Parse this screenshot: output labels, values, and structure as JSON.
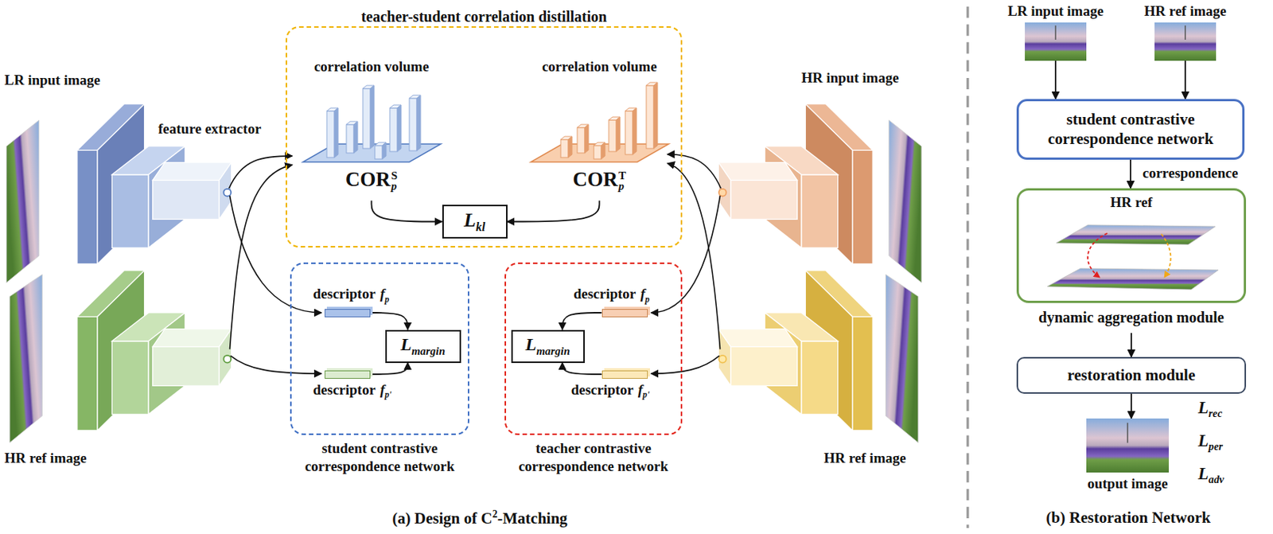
{
  "diagram": {
    "nodes": [
      {
        "text": [
          "teacher-student correlation distillation"
        ]
      },
      {
        "text": [
          "correlation volume",
          "COR",
          "S",
          "p"
        ],
        "in": 0
      },
      {
        "text": [
          "correlation volume",
          "COR",
          "T",
          "p"
        ],
        "in": 0
      },
      {
        "text": [
          "L",
          "kl"
        ],
        "in": 0
      },
      {
        "text": [
          "student contrastive correspondence network"
        ]
      },
      {
        "text": [
          "descriptor",
          "f",
          "p"
        ],
        "in": 4
      },
      {
        "text": [
          "L",
          "margin"
        ],
        "in": 4
      },
      {
        "text": [
          "descriptor",
          "f",
          "p'"
        ],
        "in": 4
      },
      {
        "text": [
          "teacher contrastive correspondence network"
        ]
      },
      {
        "text": [
          "descriptor",
          "f",
          "p"
        ],
        "in": 8
      },
      {
        "text": [
          "L",
          "margin"
        ],
        "in": 8
      },
      {
        "text": [
          "descriptor",
          "f",
          "p'"
        ],
        "in": 8
      },
      {
        "text": [
          "LR input image"
        ]
      },
      {
        "text": [
          "HR ref image"
        ]
      },
      {
        "text": [
          "student contrastive correspondence network"
        ]
      },
      {
        "text": [
          "HR ref",
          "dynamic aggregation module"
        ]
      },
      {
        "text": [
          "restoration module"
        ]
      },
      {
        "text": [
          "output image"
        ]
      }
    ],
    "edges": [
      {
        "from": 1,
        "to": 3,
        "arrow": "to"
      },
      {
        "from": 2,
        "to": 3,
        "arrow": "to"
      },
      {
        "from": 5,
        "to": 6,
        "arrow": "to"
      },
      {
        "from": 7,
        "to": 6,
        "arrow": "to"
      },
      {
        "from": 9,
        "to": 10,
        "arrow": "to"
      },
      {
        "from": 11,
        "to": 10,
        "arrow": "to"
      },
      {
        "from": 12,
        "to": 14,
        "arrow": "to"
      },
      {
        "from": 13,
        "to": 14,
        "arrow": "to"
      },
      {
        "from": 14,
        "to": 15,
        "label": "correspondence",
        "arrow": "to"
      },
      {
        "from": 15,
        "to": 16,
        "arrow": "to"
      },
      {
        "from": 16,
        "to": 17,
        "arrow": "to"
      }
    ],
    "labels": [
      "LR input image",
      "HR ref image",
      "feature extractor",
      "HR input image",
      "HR ref image",
      "(a) Design of C",
      "2",
      "-Matching",
      "L",
      "rec",
      "L",
      "per",
      "L",
      "adv",
      "(b) Restoration Network"
    ]
  }
}
